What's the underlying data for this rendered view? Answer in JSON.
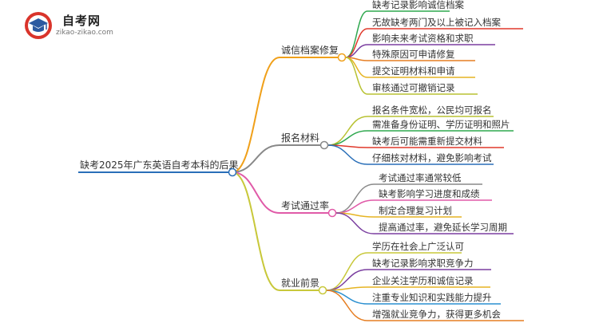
{
  "logo": {
    "title": "自考网",
    "url": "zikao-zikao.com"
  },
  "mindmap": {
    "root": "缺考2025年广东英语自考本科的后果",
    "branches": [
      {
        "label": "诚信档案修复",
        "color": "#f0a01a",
        "children": [
          {
            "text": "缺考记录影响诚信档案",
            "color": "#2fa84f"
          },
          {
            "text": "无故缺考两门及以上被记入档案",
            "color": "#e0392b"
          },
          {
            "text": "影响未来考试资格和求职",
            "color": "#7b3fa0"
          },
          {
            "text": "特殊原因可申请修复",
            "color": "#e67e22"
          },
          {
            "text": "提交证明材料和申请",
            "color": "#e6b422"
          },
          {
            "text": "审核通过可撤销记录",
            "color": "#b8c232"
          }
        ]
      },
      {
        "label": "报名材料",
        "color": "#888888",
        "children": [
          {
            "text": "报名条件宽松，公民均可报名",
            "color": "#b8c232"
          },
          {
            "text": "需准备身份证明、学历证明和照片",
            "color": "#2fa84f"
          },
          {
            "text": "缺考后可能需重新提交材料",
            "color": "#e0392b"
          },
          {
            "text": "仔细核对材料，避免影响考试",
            "color": "#2a6fb8"
          }
        ]
      },
      {
        "label": "考试通过率",
        "color": "#e05aa8",
        "children": [
          {
            "text": "考试通过率通常较低",
            "color": "#8a8a8a"
          },
          {
            "text": "缺考影响学习进度和成绩",
            "color": "#e05aa8"
          },
          {
            "text": "制定合理复习计划",
            "color": "#e6b422"
          },
          {
            "text": "提高通过率，避免延长学习周期",
            "color": "#7b3fa0"
          }
        ]
      },
      {
        "label": "就业前景",
        "color": "#c8c83a",
        "children": [
          {
            "text": "学历在社会上广泛认可",
            "color": "#c8c83a"
          },
          {
            "text": "缺考记录影响求职竞争力",
            "color": "#7b3fa0"
          },
          {
            "text": "企业关注学历和诚信记录",
            "color": "#e6b422"
          },
          {
            "text": "注重专业知识和实践能力提升",
            "color": "#2a8fd0"
          },
          {
            "text": "增强就业竞争力，获得更多机会",
            "color": "#e67e22"
          }
        ]
      }
    ]
  }
}
